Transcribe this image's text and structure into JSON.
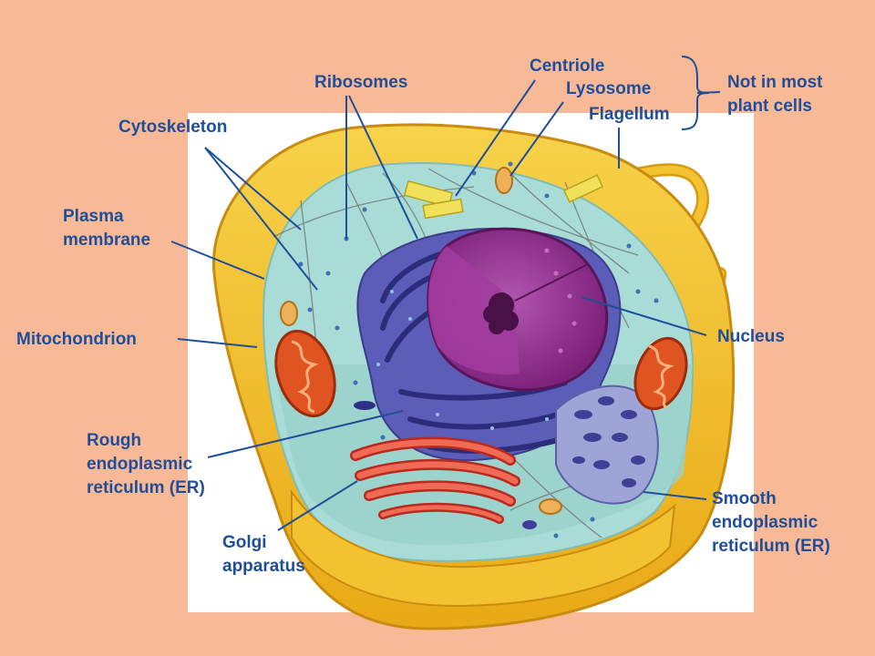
{
  "labels": {
    "ribosomes": "Ribosomes",
    "centriole": "Centriole",
    "lysosome": "Lysosome",
    "flagellum": "Flagellum",
    "not_in_most_plant_cells": "Not in most\nplant cells",
    "cytoskeleton": "Cytoskeleton",
    "plasma_membrane": "Plasma\nmembrane",
    "mitochondrion": "Mitochondrion",
    "nucleus": "Nucleus",
    "rough_er": "Rough\nendoplasmic\nreticulum (ER)",
    "golgi": "Golgi\napparatus",
    "smooth_er": "Smooth\nendoplasmic\nreticulum (ER)"
  },
  "colors": {
    "background": "#f8b996",
    "label_text": "#1f4f9a",
    "leader_lines": "#1f4f9a",
    "membrane": "#f2c230",
    "cytoplasm": "#a9dcd6",
    "nucleus": "#8e2c8c",
    "rough_er": "#4d4fa8",
    "golgi": "#e23a2a",
    "mitochondrion": "#e8541e"
  }
}
